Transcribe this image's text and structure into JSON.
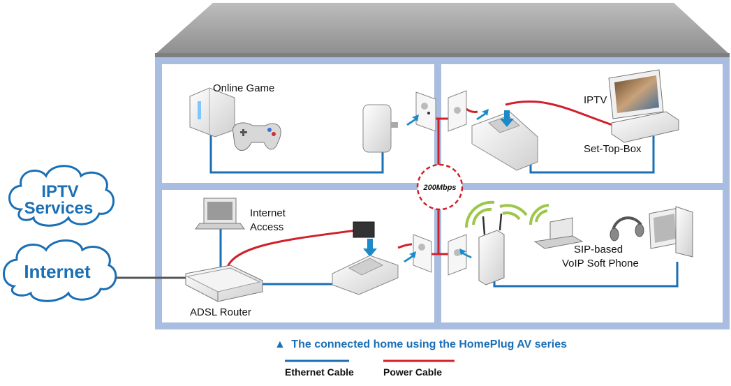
{
  "labels": {
    "online_game": "Online Game",
    "iptv": "IPTV",
    "set_top_box": "Set-Top-Box",
    "internet_access_line1": "Internet",
    "internet_access_line2": "Access",
    "sip_line1": "SIP-based",
    "sip_line2": "VoIP Soft Phone",
    "adsl_router": "ADSL Router",
    "speed": "200Mbps"
  },
  "clouds": {
    "iptv_services_line1": "IPTV",
    "iptv_services_line2": "Services",
    "internet": "Internet"
  },
  "caption": {
    "marker": "▲",
    "text": "The connected home using the HomePlug AV series"
  },
  "legend": {
    "ethernet": "Ethernet Cable",
    "power": "Power Cable"
  },
  "colors": {
    "ethernet": "#1a6fb5",
    "power": "#d0202a",
    "wall": "#a9bde0",
    "roof": "#9a9a9a",
    "wifi": "#9dc64a"
  }
}
